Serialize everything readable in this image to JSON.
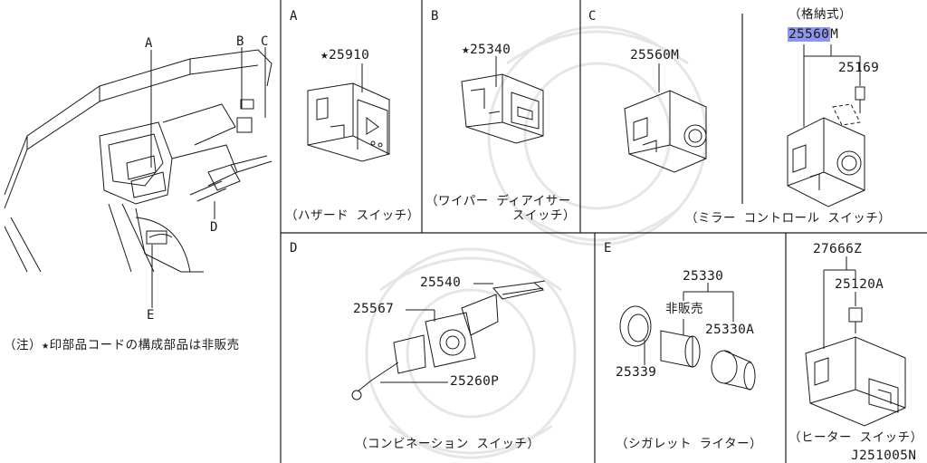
{
  "overview": {
    "letters": {
      "a": "A",
      "b": "B",
      "c": "C",
      "d": "D",
      "e": "E"
    },
    "note": "（注）★印部品コードの構成部品は非販売"
  },
  "panels": {
    "a": {
      "letter": "A",
      "part": "★25910",
      "caption": "（ハザード スイッチ）"
    },
    "b": {
      "letter": "B",
      "part": "★25340",
      "caption1": "（ワイパー ディアイサー",
      "caption2": "スイッチ）"
    },
    "c": {
      "letter": "C",
      "part_left": "25560M",
      "storage": "（格納式）",
      "part_highlight": "25560",
      "part_highlight_suffix": "M",
      "part_screw": "25169",
      "caption": "（ミラー コントロール スイッチ）"
    },
    "d": {
      "letter": "D",
      "part_top": "25540",
      "part_mid": "25567",
      "part_bottom": "25260P",
      "caption": "（コンビネーション スイッチ）"
    },
    "e": {
      "letter": "E",
      "part_top": "25330",
      "not_sold": "非販売",
      "part_side": "25330A",
      "part_ring": "25339",
      "caption": "（シガレット ライター）"
    },
    "f": {
      "part_top": "27666Z",
      "part_screw": "25120A",
      "caption": "（ヒーター スイッチ）",
      "code": "J251005N"
    }
  },
  "colors": {
    "line": "#1a1a1a",
    "highlight": "#8e97ee",
    "watermark": "#e6e6e6"
  }
}
